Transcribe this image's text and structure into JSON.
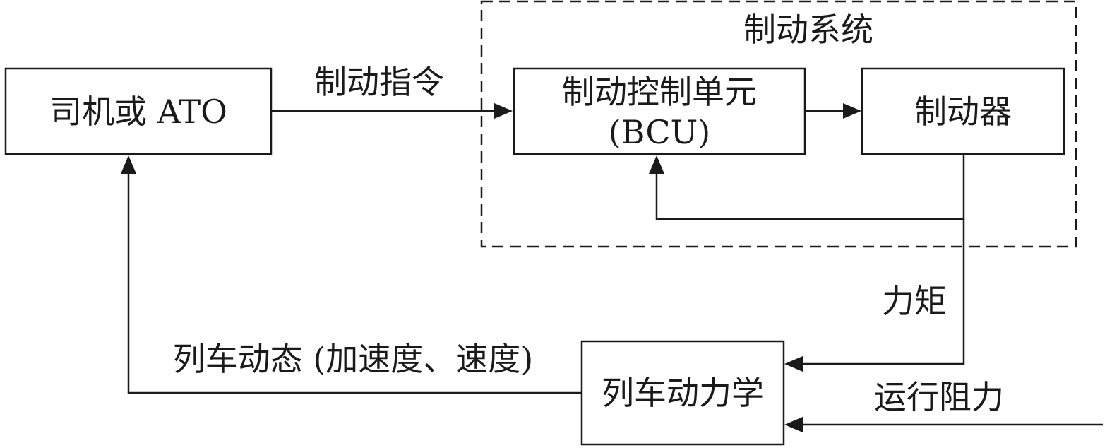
{
  "diagram": {
    "system_group_label": "制动系统",
    "nodes": {
      "driver": "司机或 ATO",
      "bcu_line1": "制动控制单元",
      "bcu_line2": "(BCU)",
      "brake": "制动器",
      "dynamics": "列车动力学"
    },
    "edges": {
      "brake_command": "制动指令",
      "torque": "力矩",
      "resistance": "运行阻力",
      "train_state": "列车动态 (加速度、速度)"
    }
  }
}
